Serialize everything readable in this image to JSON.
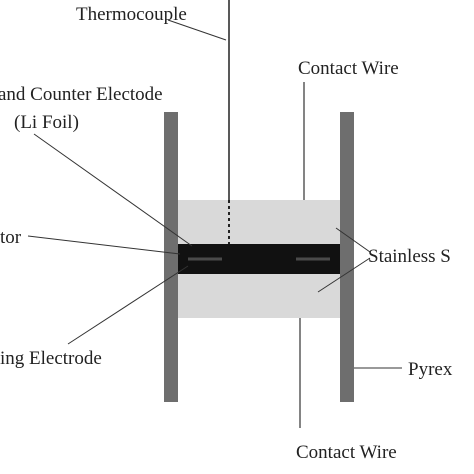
{
  "labels": {
    "thermocouple": "Thermocouple",
    "counter_electrode_line1": "and Counter Electode",
    "counter_electrode_line2": "(Li Foil)",
    "contact_wire_top": "Contact Wire",
    "separator": "tor",
    "stainless": "Stainless S",
    "working_electrode": "ing Electrode",
    "pyrex": "Pyrex",
    "contact_wire_bottom": "Contact Wire"
  },
  "colors": {
    "pyrex_wall": "#6e6e6e",
    "cell_body": "#d9d9d9",
    "separator_band": "#111111",
    "line": "#333333"
  }
}
